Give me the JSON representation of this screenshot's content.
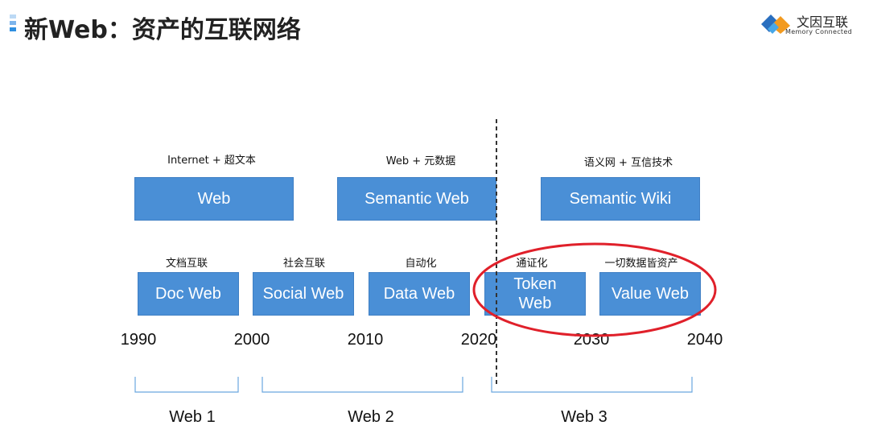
{
  "header": {
    "title": "新Web：资产的互联网络",
    "logo_text": "文因互联",
    "logo_sub": "Memory  Connected",
    "colors": {
      "accent": "#2f8fe0",
      "box": "#4a8fd6",
      "circle": "#e0202a"
    }
  },
  "top_row": [
    {
      "label": "Internet + 超文本",
      "box": "Web"
    },
    {
      "label": "Web + 元数据",
      "box": "Semantic Web"
    },
    {
      "label": "语义网 + 互信技术",
      "box": "Semantic Wiki"
    }
  ],
  "bottom_row": [
    {
      "label": "文档互联",
      "box": "Doc Web"
    },
    {
      "label": "社会互联",
      "box": "Social Web"
    },
    {
      "label": "自动化",
      "box": "Data Web"
    },
    {
      "label": "通证化",
      "box": "Token Web"
    },
    {
      "label": "一切数据皆资产",
      "box": "Value Web"
    }
  ],
  "years": [
    "1990",
    "2000",
    "2010",
    "2020",
    "2030",
    "2040"
  ],
  "eras": [
    "Web 1",
    "Web 2",
    "Web 3"
  ]
}
